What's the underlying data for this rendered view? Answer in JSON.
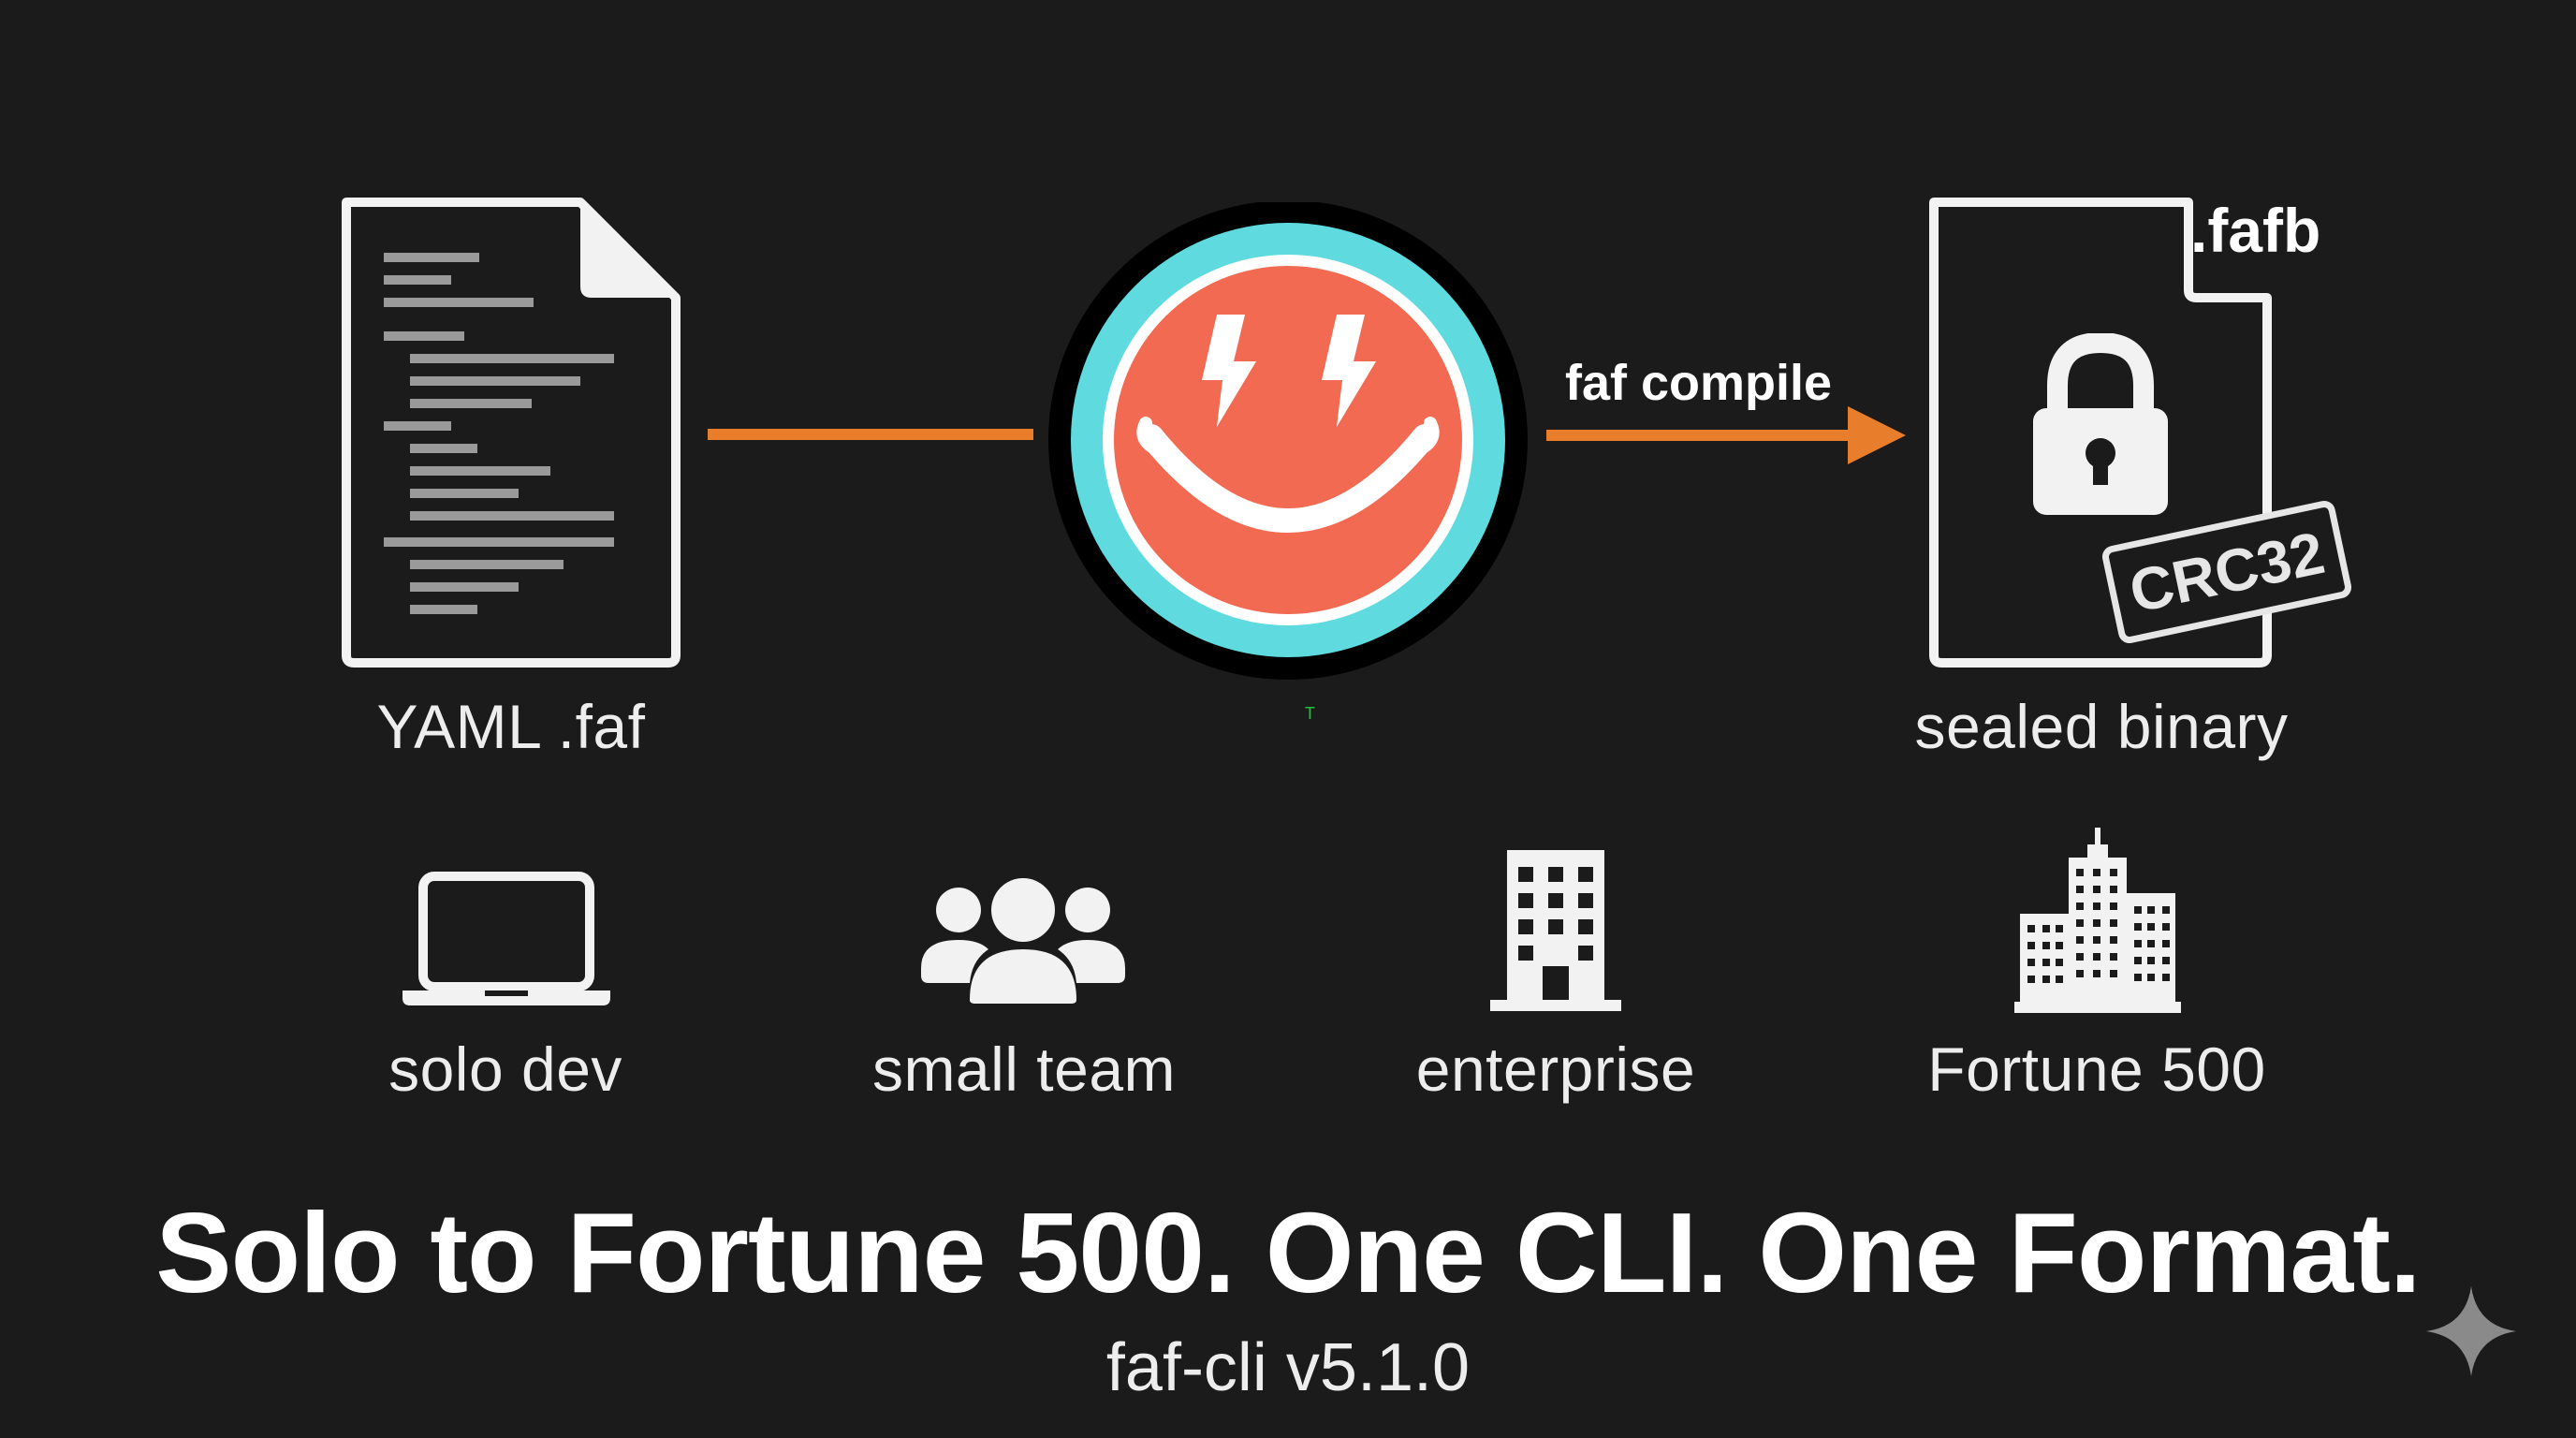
{
  "colors": {
    "background": "#1c1b1b",
    "accent_orange": "#e87e2c",
    "logo_cyan": "#5fdbe0",
    "logo_red": "#f26a52",
    "icon_white": "#f2f2f2"
  },
  "flow": {
    "source_label": "YAML .faf",
    "logo_icon": "lightning-smiley-logo",
    "arrow_label": "faf compile",
    "target_extension": ".fafb",
    "target_stamp": "CRC32",
    "target_label": "sealed binary",
    "stray_glyph": "T"
  },
  "tiers": [
    {
      "icon": "laptop-icon",
      "label": "solo dev"
    },
    {
      "icon": "team-icon",
      "label": "small team"
    },
    {
      "icon": "office-building-icon",
      "label": "enterprise"
    },
    {
      "icon": "skyline-icon",
      "label": "Fortune 500"
    }
  ],
  "headline": "Solo to Fortune 500. One CLI. One Format.",
  "version": "faf-cli v5.1.0",
  "corner_icon": "sparkle-icon"
}
